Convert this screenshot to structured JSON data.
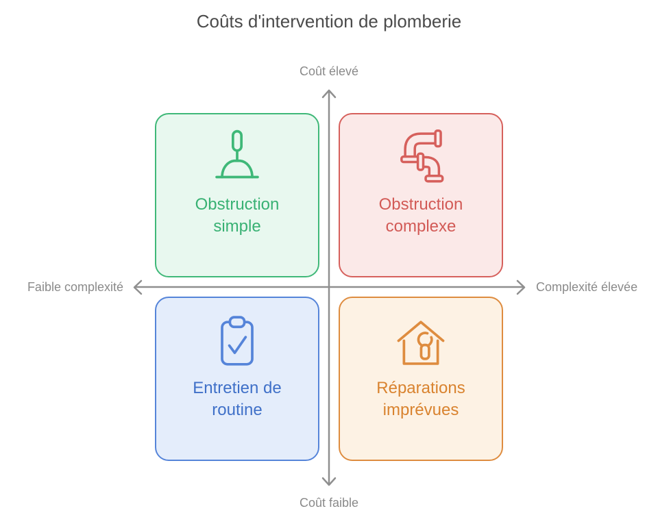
{
  "title": "Coûts d'intervention de plomberie",
  "colors": {
    "title": "#4b4b4b",
    "axis": "#8f8f8f",
    "axis_label": "#8a8a8a",
    "background": "#ffffff"
  },
  "axes": {
    "top_label": "Coût élevé",
    "bottom_label": "Coût faible",
    "left_label": "Faible complexité",
    "right_label": "Complexité élevée"
  },
  "quadrants": [
    {
      "position": "top-left",
      "label": "Obstruction simple",
      "icon": "plunger-icon",
      "border_color": "#3fb878",
      "text_color": "#38b173",
      "bg_color": "#e8f8ef"
    },
    {
      "position": "top-right",
      "label": "Obstruction complexe",
      "icon": "pipe-icon",
      "border_color": "#d6605c",
      "text_color": "#d25a56",
      "bg_color": "#fbe9e8"
    },
    {
      "position": "bottom-left",
      "label": "Entretien de routine",
      "icon": "clipboard-check-icon",
      "border_color": "#5584d9",
      "text_color": "#3f70c8",
      "bg_color": "#e4edfb"
    },
    {
      "position": "bottom-right",
      "label": "Réparations imprévues",
      "icon": "house-wrench-icon",
      "border_color": "#de8c3f",
      "text_color": "#d9832f",
      "bg_color": "#fdf2e4"
    }
  ]
}
